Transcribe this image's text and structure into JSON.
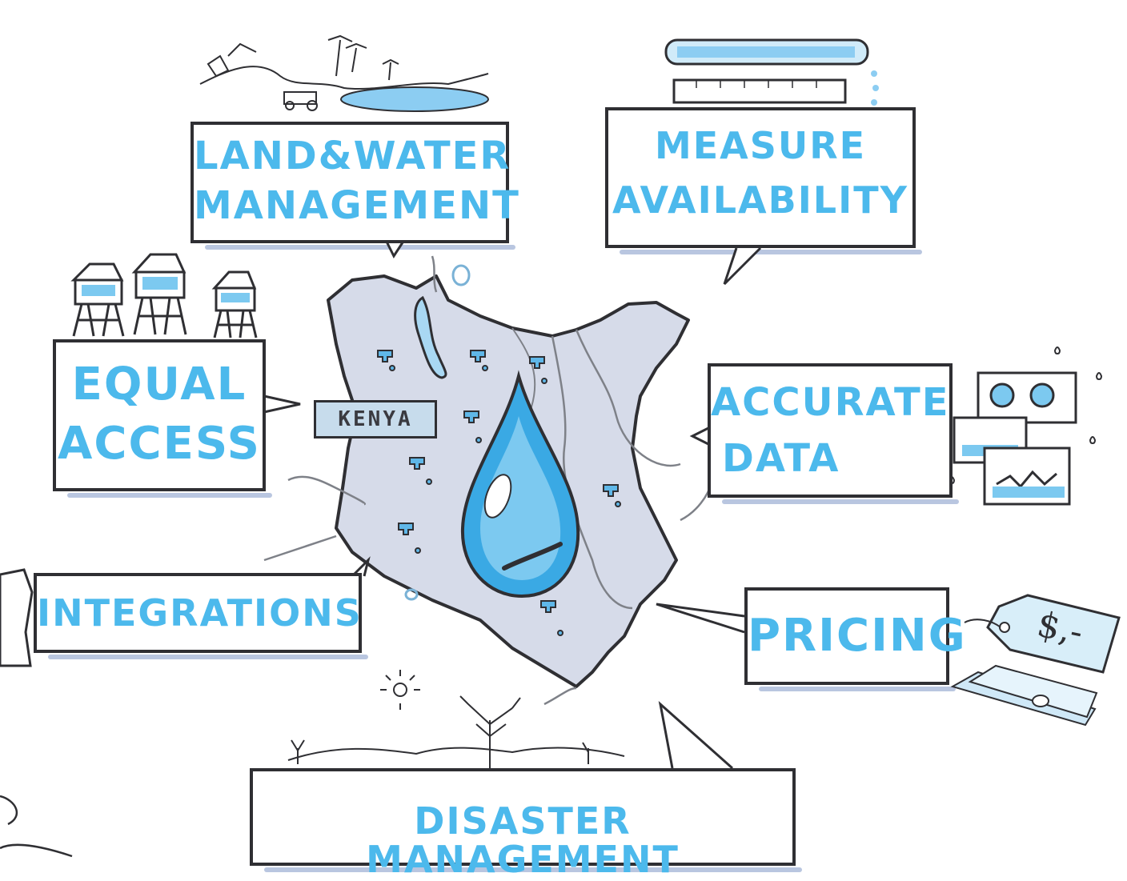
{
  "labels": {
    "land_water": "LAND&WATER",
    "land_water_2": "MANAGEMENT",
    "measure": "MEASURE",
    "measure_2": "AVAILABILITY",
    "equal": "EQUAL",
    "equal_2": "ACCESS",
    "accurate": "ACCURATE",
    "accurate_2": "DATA",
    "integrations": "INTEGRATIONS",
    "pricing": "PRICING",
    "disaster": "DISASTER MANAGEMENT",
    "kenya": "KENYA",
    "price_tag": "$,-"
  },
  "colors": {
    "accent": "#4cb9ec",
    "ink": "#2f2f33",
    "map": "#d6dbe9",
    "shadow": "#b9c6e0"
  }
}
